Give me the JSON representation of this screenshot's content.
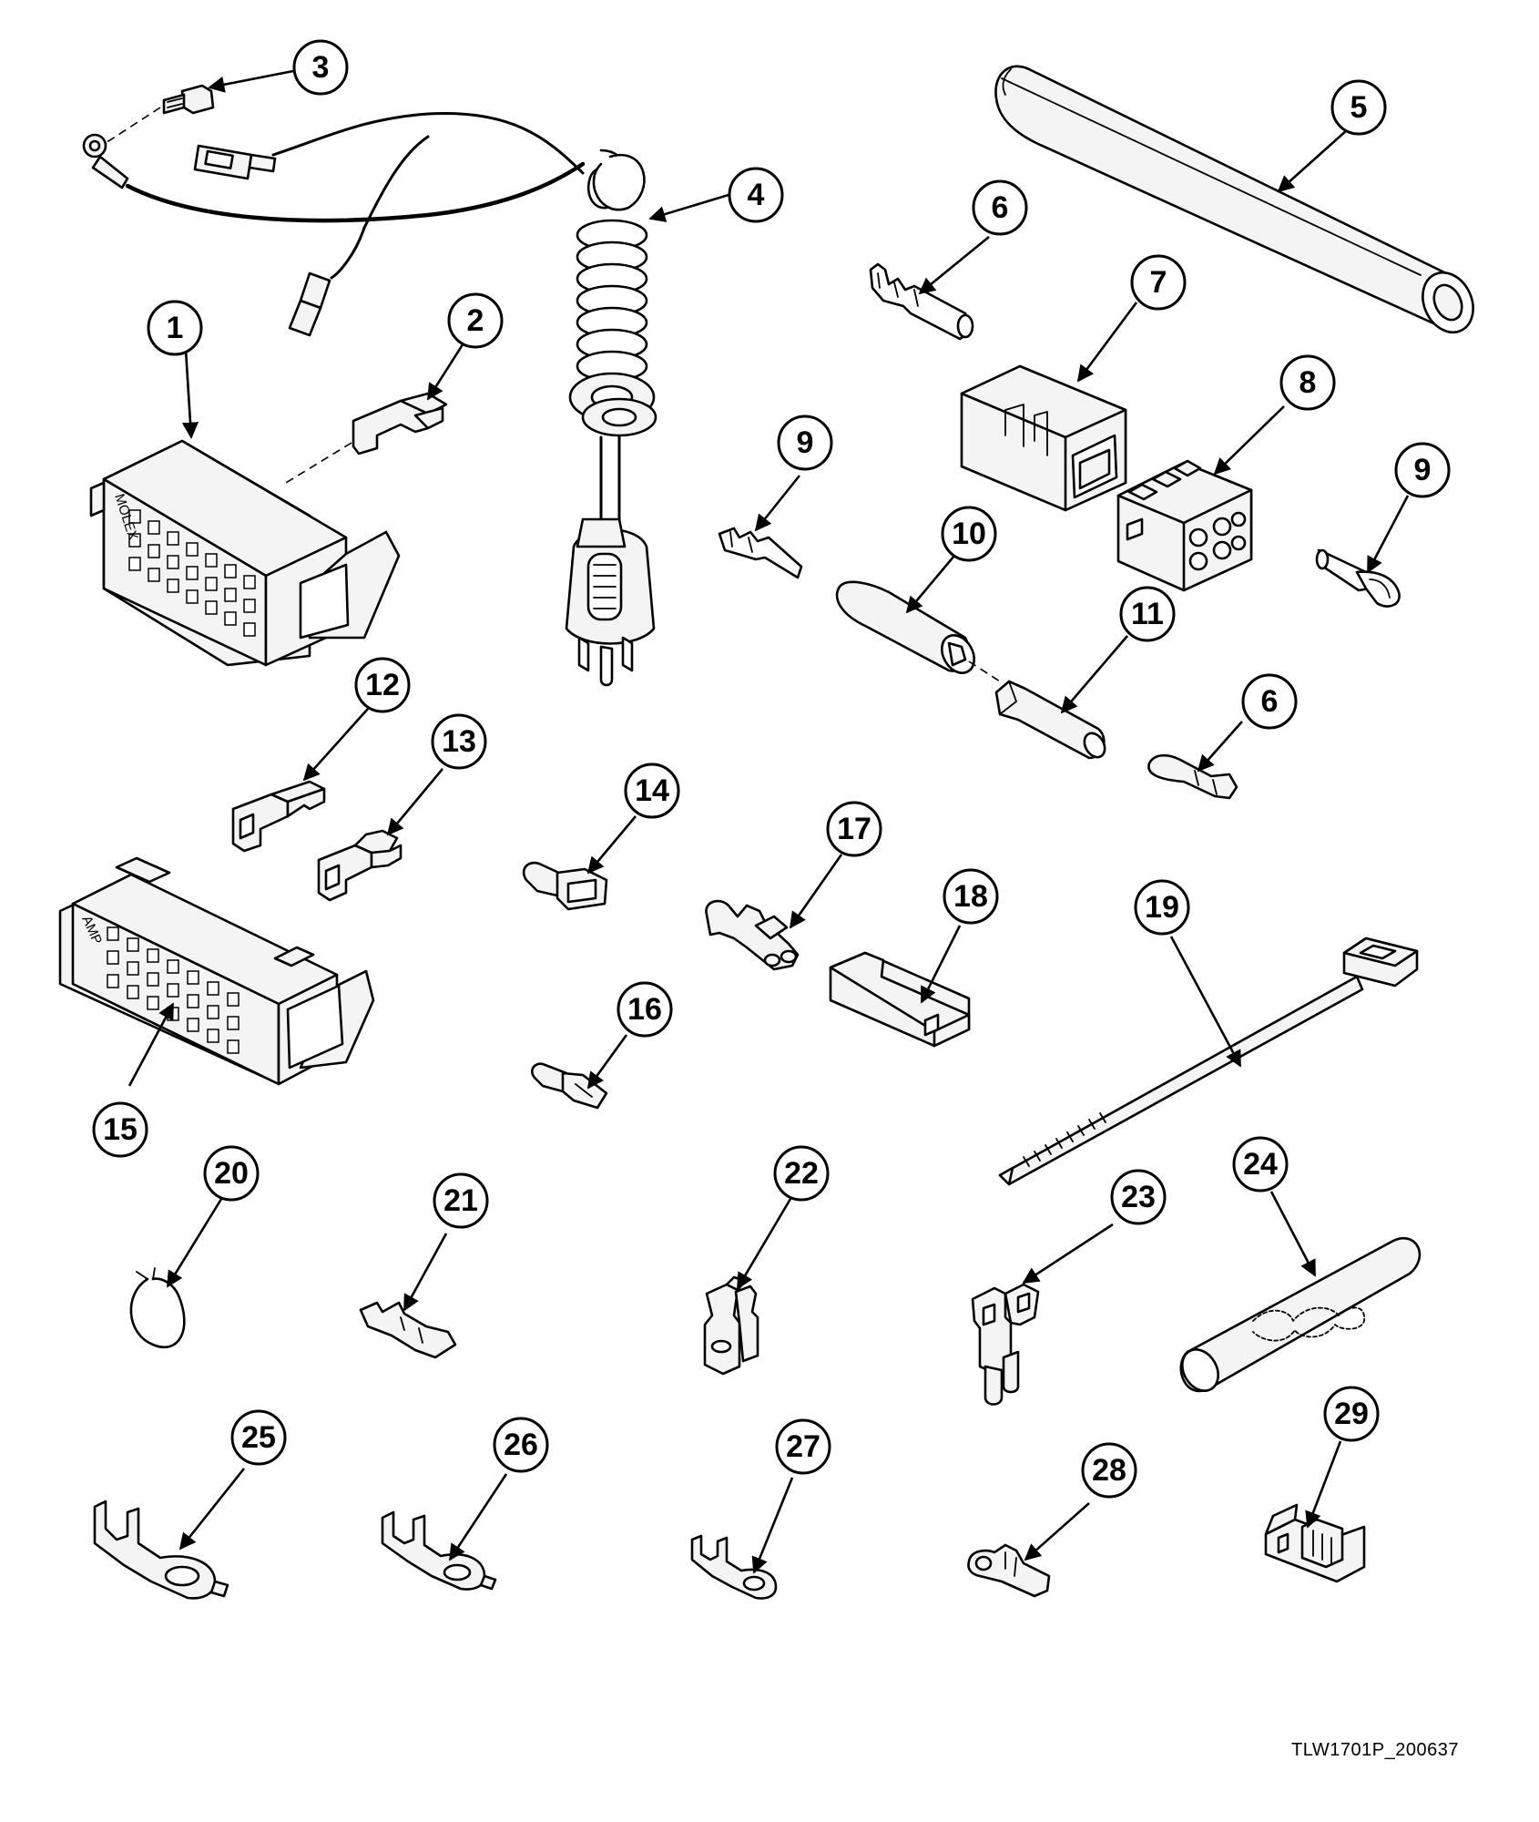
{
  "diagram": {
    "drawing_code": "TLW1701P_200637",
    "connector_labels": {
      "molex": "MOLEX",
      "amp": "AMP"
    },
    "callouts": [
      "1",
      "2",
      "3",
      "4",
      "5",
      "6",
      "7",
      "8",
      "9",
      "10",
      "11",
      "6",
      "12",
      "13",
      "14",
      "15",
      "16",
      "17",
      "18",
      "19",
      "20",
      "21",
      "22",
      "23",
      "24",
      "25",
      "26",
      "27",
      "28",
      "29",
      "9"
    ],
    "colors": {
      "ink": "#000000",
      "fill": "#f4f4f4",
      "background": "#ffffff"
    }
  }
}
